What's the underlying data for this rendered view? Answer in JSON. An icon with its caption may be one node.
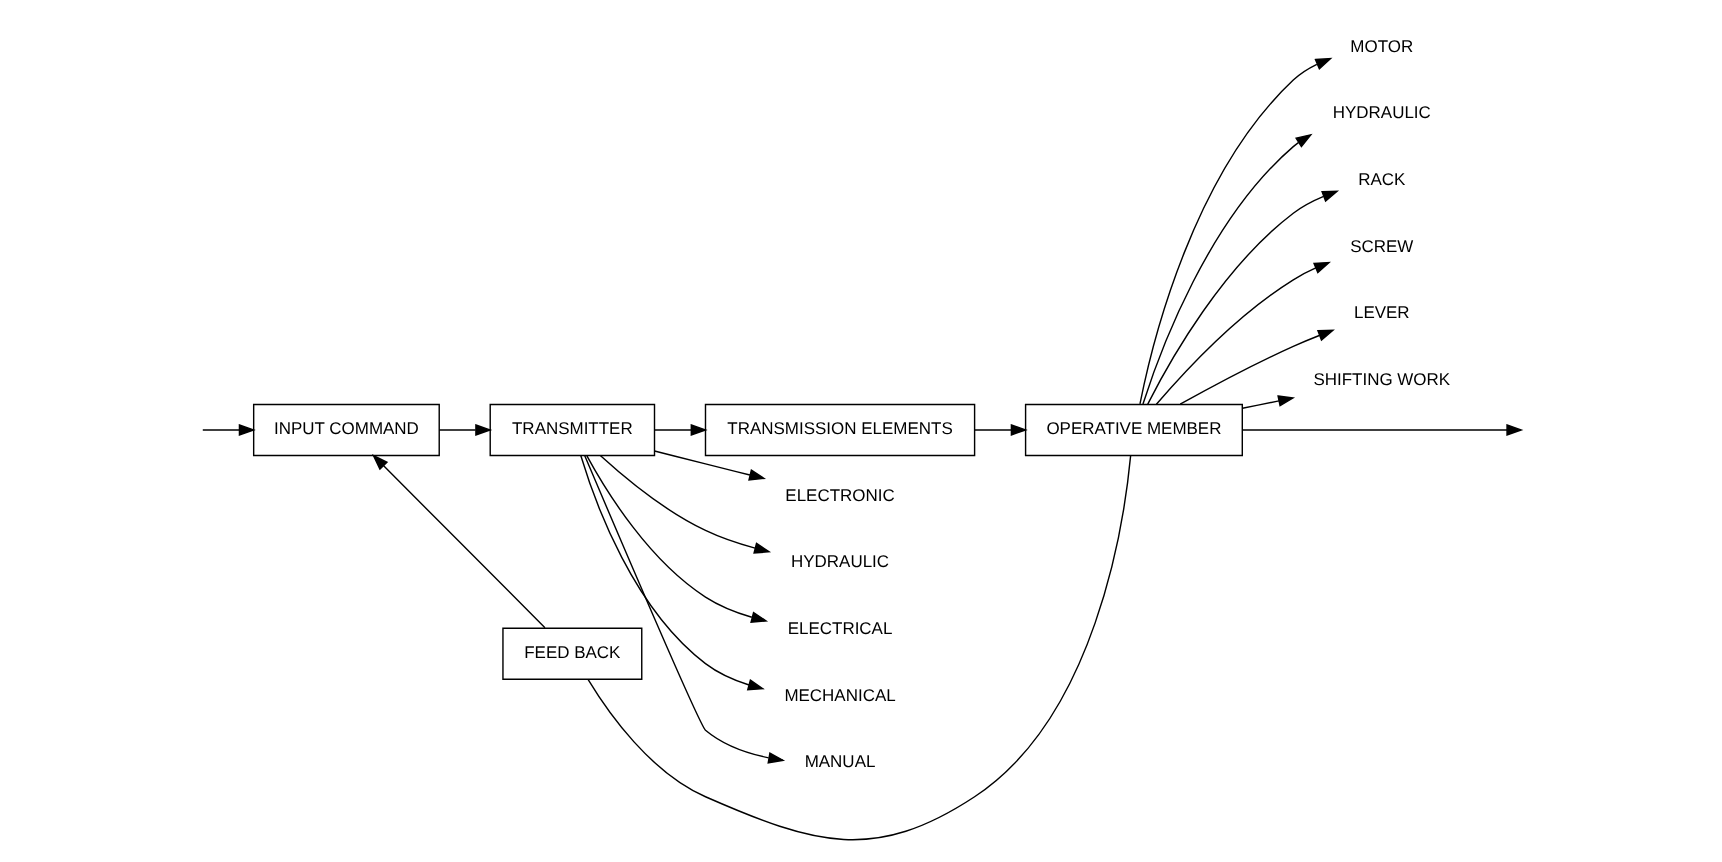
{
  "diagram": {
    "nodes": [
      {
        "text": [
          "INPUT COMMAND"
        ]
      },
      {
        "text": [
          "TRANSMITTER"
        ]
      },
      {
        "text": [
          "TRANSMISSION ELEMENTS"
        ]
      },
      {
        "text": [
          "OPERATIVE MEMBER"
        ]
      },
      {
        "text": [
          "FEED BACK"
        ]
      },
      {
        "text": [
          "ELECTRONIC"
        ]
      },
      {
        "text": [
          "HYDRAULIC"
        ]
      },
      {
        "text": [
          "ELECTRICAL"
        ]
      },
      {
        "text": [
          "MECHANICAL"
        ]
      },
      {
        "text": [
          "MANUAL"
        ]
      },
      {
        "text": [
          "MOTOR"
        ]
      },
      {
        "text": [
          "HYDRAULIC"
        ]
      },
      {
        "text": [
          "RACK"
        ]
      },
      {
        "text": [
          "SCREW"
        ]
      },
      {
        "text": [
          "LEVER"
        ]
      },
      {
        "text": [
          "SHIFTING WORK"
        ]
      }
    ],
    "edges": [
      {
        "from": null,
        "to": 0,
        "arrow": "to"
      },
      {
        "from": 0,
        "to": 1,
        "arrow": "to"
      },
      {
        "from": 1,
        "to": 2,
        "arrow": "to"
      },
      {
        "from": 2,
        "to": 3,
        "arrow": "to"
      },
      {
        "from": 3,
        "to": null,
        "arrow": "to"
      },
      {
        "from": 3,
        "to": 4,
        "arrow": "none"
      },
      {
        "from": 4,
        "to": 0,
        "arrow": "to"
      },
      {
        "from": 1,
        "to": 5,
        "arrow": "to"
      },
      {
        "from": 1,
        "to": 6,
        "arrow": "to"
      },
      {
        "from": 1,
        "to": 7,
        "arrow": "to"
      },
      {
        "from": 1,
        "to": 8,
        "arrow": "to"
      },
      {
        "from": 1,
        "to": 9,
        "arrow": "to"
      },
      {
        "from": 3,
        "to": 10,
        "arrow": "to"
      },
      {
        "from": 3,
        "to": 11,
        "arrow": "to"
      },
      {
        "from": 3,
        "to": 12,
        "arrow": "to"
      },
      {
        "from": 3,
        "to": 13,
        "arrow": "to"
      },
      {
        "from": 3,
        "to": 14,
        "arrow": "to"
      },
      {
        "from": 3,
        "to": 15,
        "arrow": "to"
      }
    ]
  }
}
